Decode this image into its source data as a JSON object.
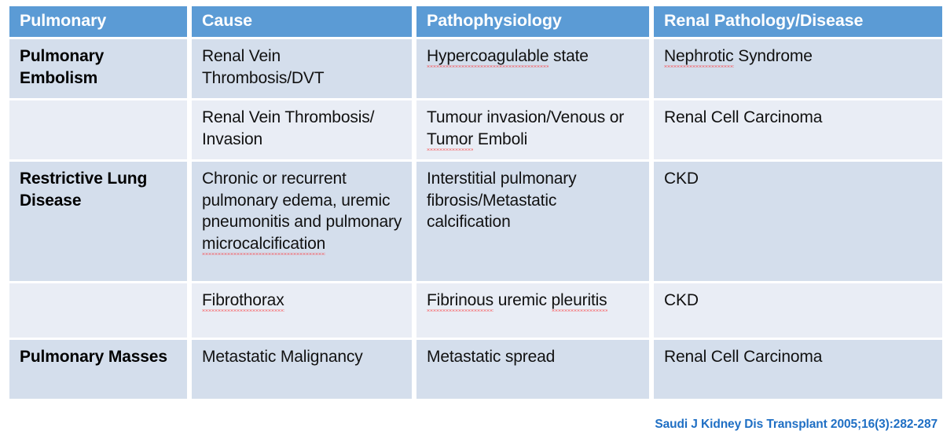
{
  "table": {
    "headers": [
      {
        "label": "Pulmonary"
      },
      {
        "label": "Cause"
      },
      {
        "label": "Pathophysiology"
      },
      {
        "label": "Renal Pathology/Disease"
      }
    ],
    "rows": [
      {
        "pulmonary": "Pulmonary Embolism",
        "cause": "Renal Vein Thrombosis/DVT",
        "pathophysiology_misspelled": "Hypercoagulable",
        "pathophysiology_rest": " state",
        "renal_misspelled": "Nephrotic",
        "renal_rest": " Syndrome"
      },
      {
        "pulmonary": "",
        "cause": "Renal Vein Thrombosis/ Invasion",
        "pathophysiology_pre": "Tumour invasion/Venous or ",
        "pathophysiology_misspelled": "Tumor",
        "pathophysiology_rest": " Emboli",
        "renal_rest": "Renal Cell Carcinoma"
      },
      {
        "pulmonary": "Restrictive Lung Disease",
        "cause_pre": "Chronic or recurrent pulmonary edema, uremic pneumonitis and pulmonary ",
        "cause_misspelled": "microcalcification",
        "pathophysiology_rest": "Interstitial pulmonary fibrosis/Metastatic calcification",
        "renal_rest": "CKD"
      },
      {
        "pulmonary": "",
        "cause_misspelled": "Fibrothorax",
        "pathophysiology_misspelled": "Fibrinous",
        "pathophysiology_rest": " uremic ",
        "pathophysiology_misspelled2": "pleuritis",
        "renal_rest": "CKD"
      },
      {
        "pulmonary": "Pulmonary Masses",
        "cause": "Metastatic Malignancy",
        "pathophysiology_rest": "Metastatic spread",
        "renal_rest": "Renal Cell Carcinoma"
      }
    ]
  },
  "citation": {
    "text": "Saudi J Kidney Dis Transplant 2005;16(3):282-287"
  },
  "colors": {
    "header_blue": "#5B9BD5",
    "row_dark": "#D4DEEC",
    "row_light": "#E9EDF5",
    "citation_blue": "#1F6FC4",
    "spellcheck_red": "#FF2B2B"
  }
}
